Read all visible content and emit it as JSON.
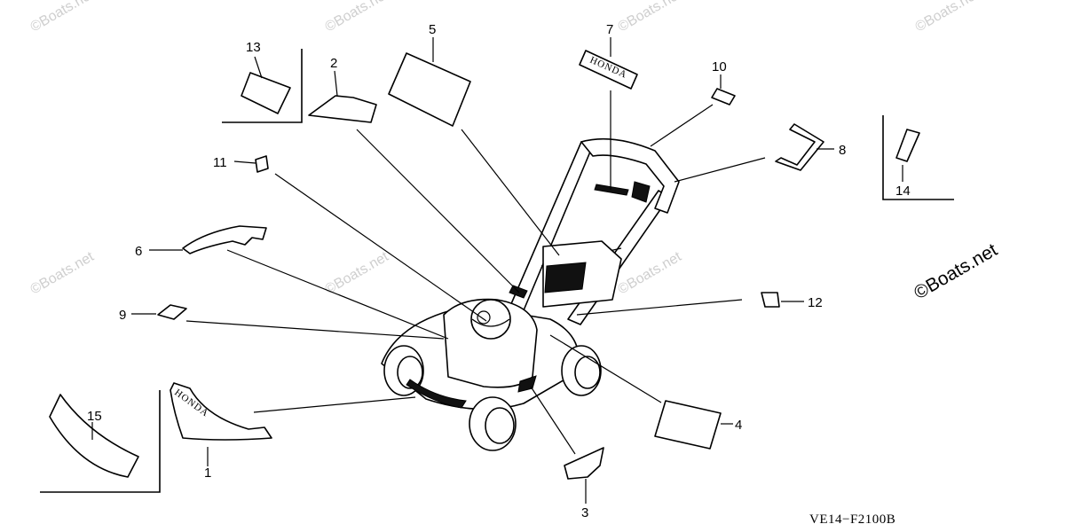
{
  "diagram": {
    "drawing_code": "VE14−F2100B",
    "watermark": "©Boats.net",
    "callouts": [
      "1",
      "2",
      "3",
      "4",
      "5",
      "6",
      "7",
      "8",
      "9",
      "10",
      "11",
      "12",
      "13",
      "14",
      "15"
    ],
    "decal_text": {
      "item7": "HONDA",
      "item1": "HONDA"
    }
  }
}
